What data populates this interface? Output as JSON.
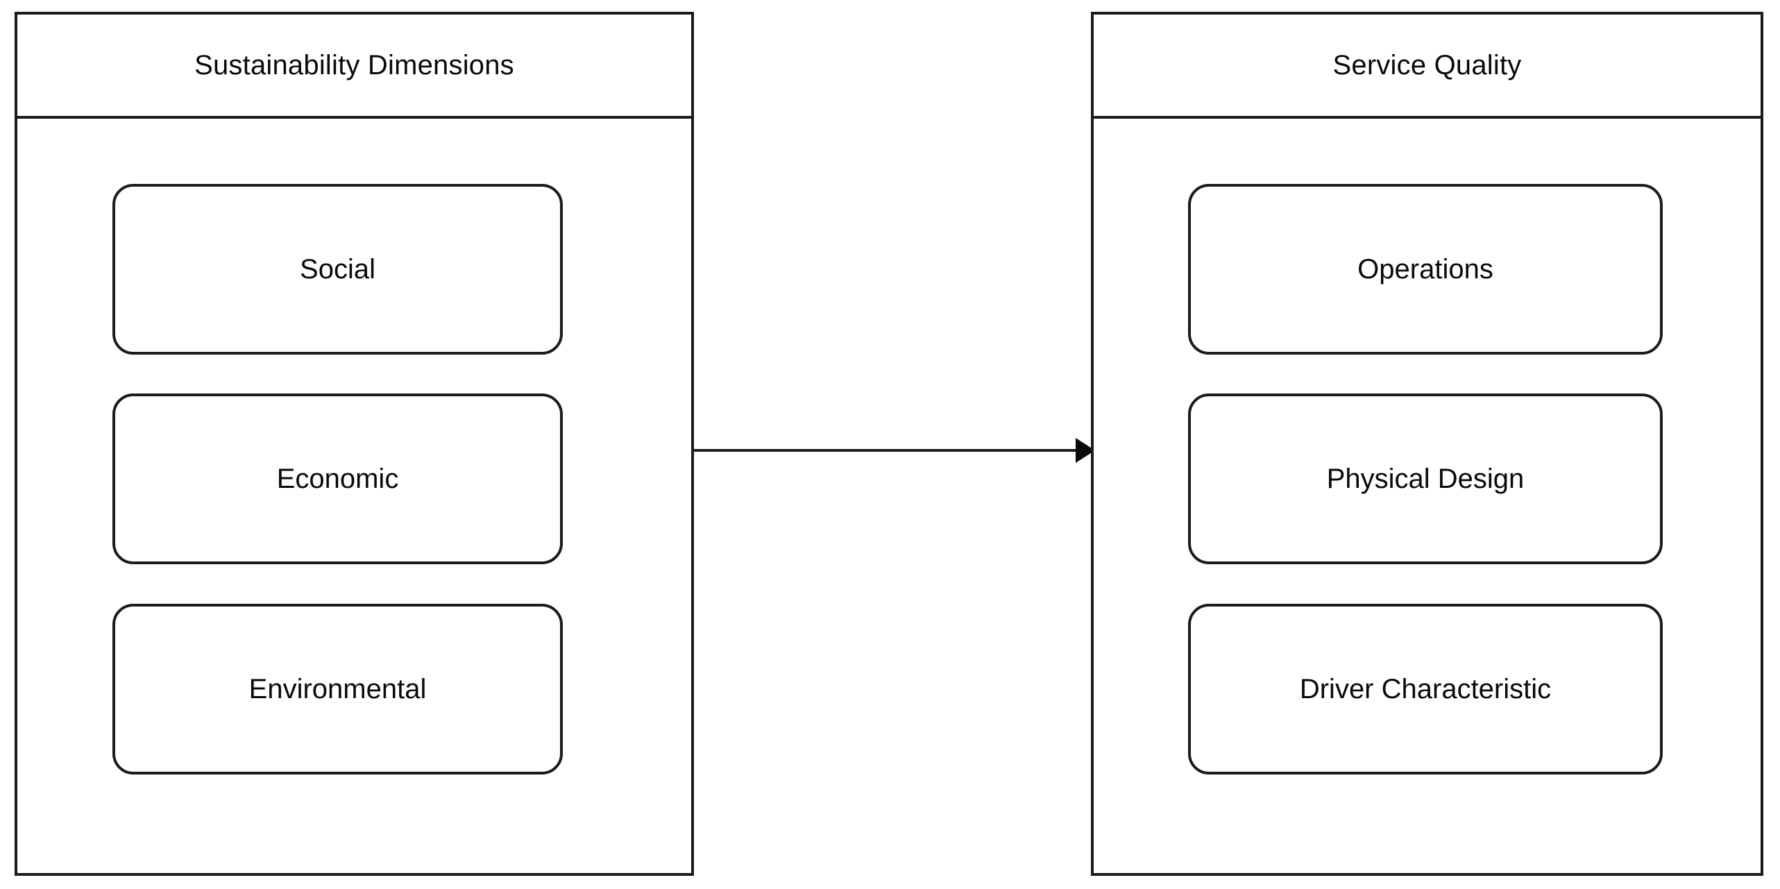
{
  "diagram": {
    "type": "conceptual-framework",
    "background_color": "#ffffff",
    "stroke_color": "#1b1b1b",
    "text_color": "#0a0a0a",
    "groups": [
      {
        "id": "sustainability-dimensions",
        "title": "Sustainability Dimensions",
        "nodes": [
          {
            "label": "Social"
          },
          {
            "label": "Economic"
          },
          {
            "label": "Environmental"
          }
        ]
      },
      {
        "id": "service-quality",
        "title": "Service Quality",
        "nodes": [
          {
            "label": "Operations"
          },
          {
            "label": "Physical Design"
          },
          {
            "label": "Driver Characteristic"
          }
        ]
      }
    ],
    "connectors": [
      {
        "id": "sustainability-to-service-quality",
        "from": "sustainability-dimensions",
        "to": "service-quality",
        "label": "",
        "style": "solid",
        "arrowhead": "filled-triangle",
        "direction": "left-to-right"
      }
    ]
  }
}
